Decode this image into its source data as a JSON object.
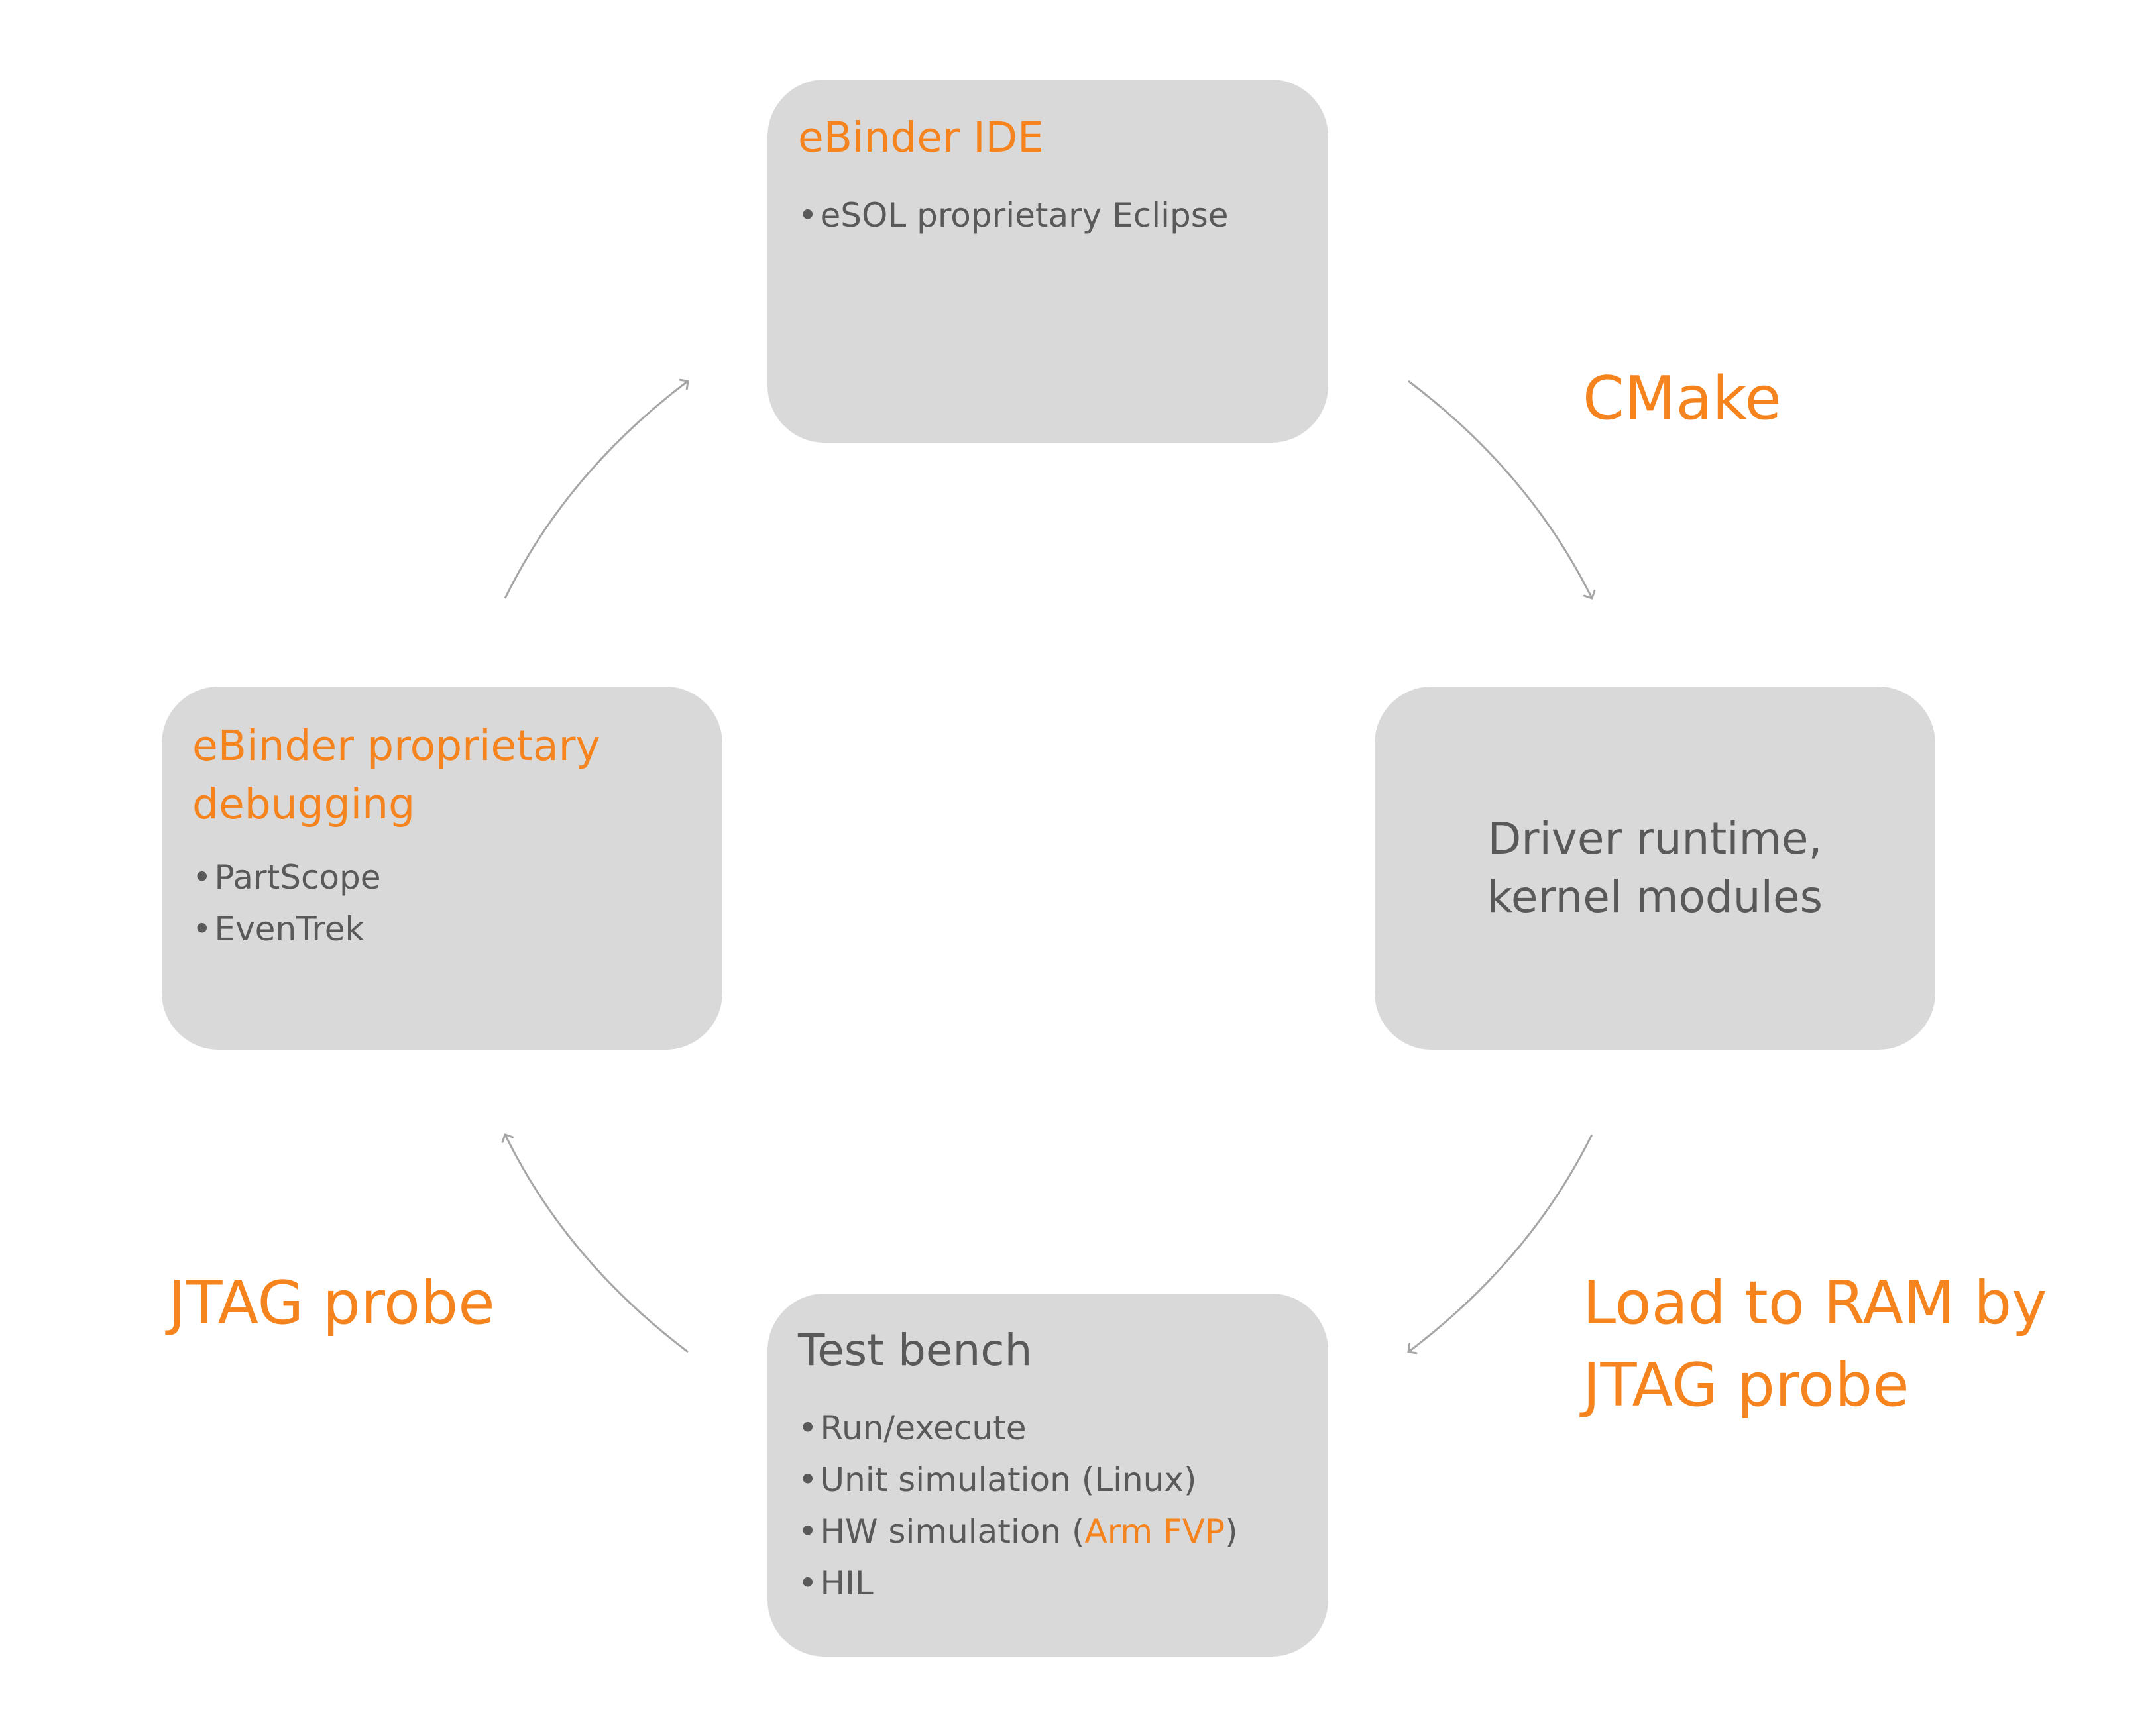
{
  "nodes": {
    "ide": {
      "title": "eBinder IDE",
      "bullets": [
        "eSOL proprietary Eclipse"
      ]
    },
    "driver": {
      "text": "Driver runtime,\nkernel modules"
    },
    "bench": {
      "title": "Test bench",
      "bullets": [
        "Run/execute",
        "Unit simulation (Linux)"
      ],
      "hw_sim_prefix": "HW simulation  (",
      "hw_sim_highlight": "Arm FVP",
      "hw_sim_suffix": ")",
      "hil": "HIL"
    },
    "debug": {
      "title": "eBinder proprietary\ndebugging",
      "bullets": [
        "PartScope",
        "EvenTrek"
      ]
    }
  },
  "edges": {
    "ide_to_driver": "CMake",
    "driver_to_bench": "Load to RAM by\nJTAG probe",
    "bench_to_debug": "JTAG probe"
  },
  "bullet_char": "•",
  "colors": {
    "accent": "#f5841f",
    "box": "#d9d9d9",
    "text": "#595959",
    "arrow": "#a6a6a6"
  }
}
